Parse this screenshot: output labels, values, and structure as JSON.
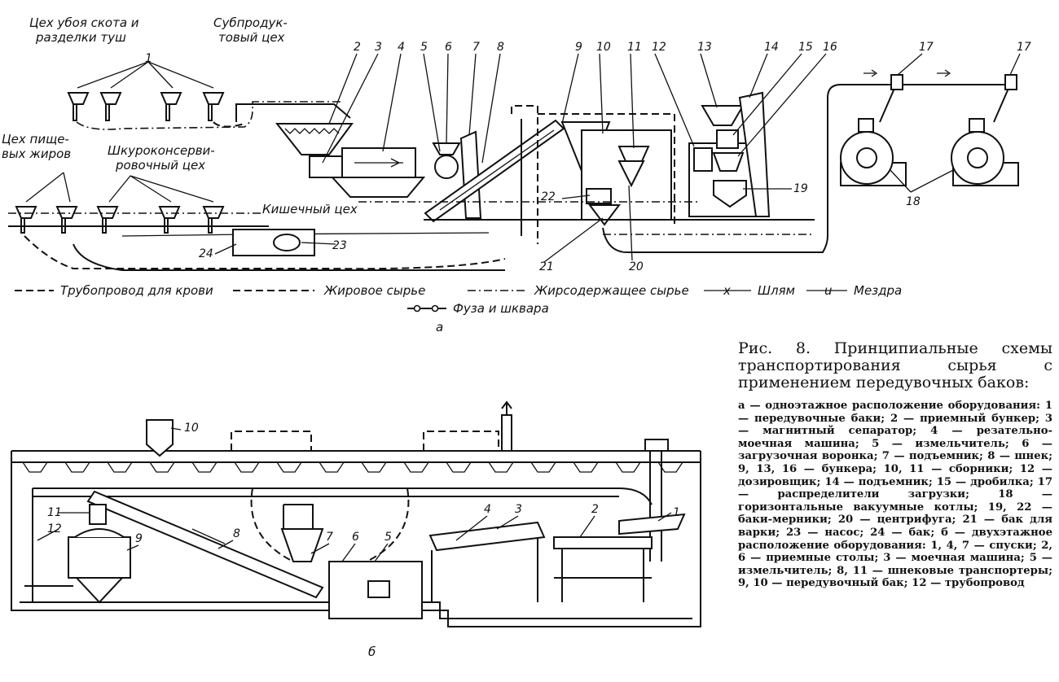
{
  "diagram_a": {
    "areas": {
      "slaughter_line1": "Цех убоя скота и",
      "slaughter_line2": "разделки туш",
      "offal_line1": "Субпродук-",
      "offal_line2": "товый цех",
      "fats_line1": "Цех пище-",
      "fats_line2": "вых жиров",
      "hide_line1": "Шкуроконсерви-",
      "hide_line2": "ровочный цех",
      "intestine": "Кишечный цех"
    },
    "numbers": [
      "1",
      "2",
      "3",
      "4",
      "5",
      "6",
      "7",
      "8",
      "9",
      "10",
      "11",
      "12",
      "13",
      "14",
      "15",
      "16",
      "17",
      "17",
      "18",
      "19",
      "20",
      "21",
      "22",
      "23",
      "24"
    ],
    "legend": {
      "blood": "Трубопровод для крови",
      "fat_raw": "Жировое сырье",
      "fat_containing": "Жирсодержащее сырье",
      "slime": "Шлям",
      "mezdra": "Мездра",
      "fuza": "Фуза и шквара",
      "marker_x": "x",
      "marker_u": "u"
    },
    "letter": "а"
  },
  "diagram_b": {
    "numbers": [
      "1",
      "2",
      "3",
      "4",
      "5",
      "6",
      "7",
      "8",
      "9",
      "10",
      "11",
      "12"
    ],
    "letter": "б"
  },
  "caption": {
    "title": "Рис. 8. Принципиальные схемы транспортирования сырья с применением передувочных баков:",
    "body": "а — одноэтажное расположение оборудования: 1 — передувочные баки; 2 — приемный бункер; 3 — магнитный сепаратор; 4 — резательно-моечная машина; 5 — измельчитель; 6 — загрузочная воронка; 7 — подъемник; 8 — шнек; 9, 13, 16 — бункера; 10, 11 — сборники; 12 — дозировщик; 14 — подъемник; 15 — дробилка; 17 — распределители загрузки; 18 — горизонтальные вакуумные котлы; 19, 22 — баки-мерники; 20 — центрифуга; 21 — бак для варки; 23 — насос; 24 — бак; б — двухэтажное расположение оборудования: 1, 4, 7 — спуски; 2, 6 — приемные столы; 3 — моечная машина; 5 — измельчитель; 8, 11 — шнековые транспортеры; 9, 10 — передувочный бак; 12 — трубопровод"
  },
  "colors": {
    "ink": "#111111",
    "paper": "#ffffff"
  }
}
